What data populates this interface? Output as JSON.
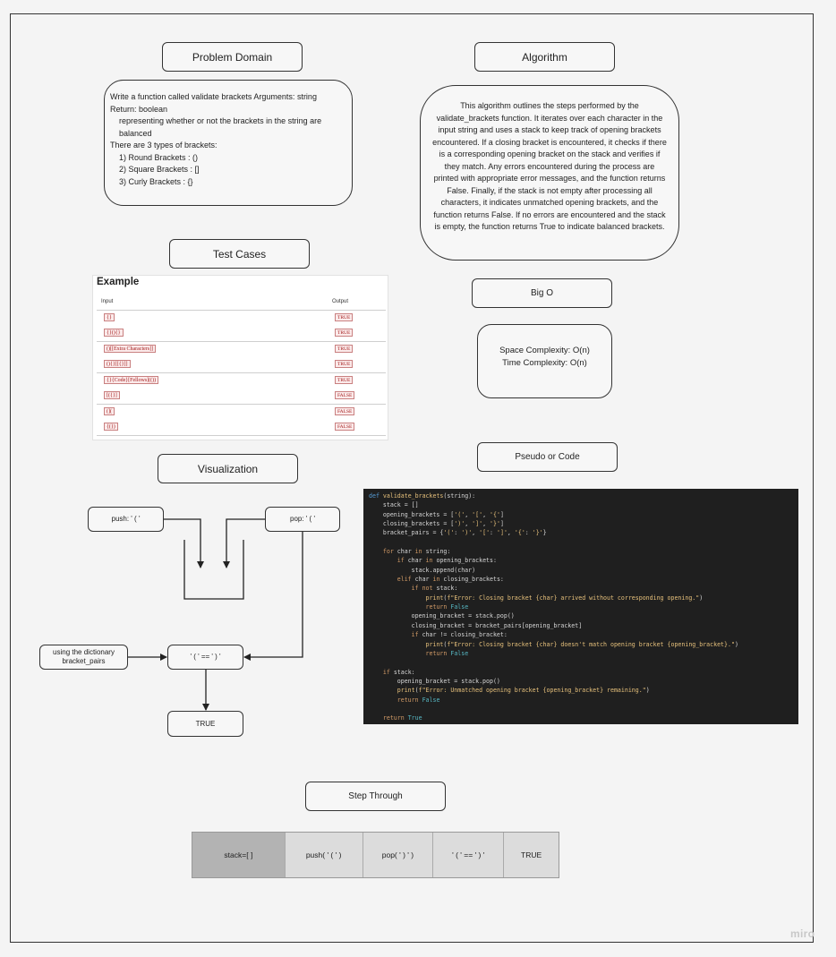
{
  "headers": {
    "problem_domain": "Problem Domain",
    "algorithm": "Algorithm",
    "test_cases": "Test Cases",
    "big_o": "Big O",
    "visualization": "Visualization",
    "pseudo_or_code": "Pseudo or Code",
    "step_through": "Step Through"
  },
  "problem_domain": {
    "line1": "Write a function called validate brackets Arguments: string",
    "line2": "Return: boolean",
    "line3": "representing whether or not the brackets in the string are",
    "line4": "balanced",
    "line5": "There are 3 types of brackets:",
    "line6": "1) Round Brackets : ()",
    "line7": "2) Square Brackets : []",
    "line8": "3) Curly Brackets : {}"
  },
  "algorithm": {
    "text": "This algorithm outlines the steps performed by the validate_brackets function. It iterates over each character in the input string and uses a stack to keep track of opening brackets encountered. If a closing bracket is encountered, it checks if there is a corresponding opening bracket on the stack and verifies if they match. Any errors encountered during the process are printed with appropriate error messages, and the function returns False. Finally, if the stack is not empty after processing all characters, it indicates unmatched opening brackets, and the function returns False. If no errors are encountered and the stack is empty, the function returns True to indicate balanced brackets."
  },
  "complexity": {
    "space": "Space Complexity:  O(n)",
    "time": "Time Complexity: O(n)"
  },
  "test_table": {
    "title": "Example",
    "input_header": "Input",
    "output_header": "Output",
    "rows": [
      {
        "input": "{}",
        "output": "TRUE"
      },
      {
        "input": "{}(){}",
        "output": "TRUE"
      },
      {
        "input": "()[[Extra Characters]]",
        "output": "TRUE"
      },
      {
        "input": "(){}[[{}]]",
        "output": "TRUE"
      },
      {
        "input": "{}{Code}[Fellows](())",
        "output": "TRUE"
      },
      {
        "input": "[({}]",
        "output": "FALSE"
      },
      {
        "input": "(](",
        "output": "FALSE"
      },
      {
        "input": "{(})",
        "output": "FALSE"
      }
    ]
  },
  "visualization": {
    "push_label": "push: ' ( '",
    "pop_label": "pop: ' ( '",
    "dict_label_line1": "using the dictionary",
    "dict_label_line2": "bracket_pairs",
    "compare_label": "' ( ' == ' ) '",
    "result_label": "TRUE"
  },
  "code": {
    "lines": [
      "def validate_brackets(string):",
      "    stack = []",
      "    opening_brackets = ['(', '[', '{']",
      "    closing_brackets = [')', ']', '}']",
      "    bracket_pairs = {'(': ')', '[': ']', '{': '}'}",
      "",
      "    for char in string:",
      "        if char in opening_brackets:",
      "            stack.append(char)",
      "        elif char in closing_brackets:",
      "            if not stack:",
      "                print(f\"Error: Closing bracket {char} arrived without corresponding opening.\")",
      "                return False",
      "            opening_bracket = stack.pop()",
      "            closing_bracket = bracket_pairs[opening_bracket]",
      "            if char != closing_bracket:",
      "                print(f\"Error: Closing bracket {char} doesn't match opening bracket {opening_bracket}.\")",
      "                return False",
      "",
      "    if stack:",
      "        opening_bracket = stack.pop()",
      "        print(f\"Error: Unmatched opening bracket {opening_bracket} remaining.\")",
      "        return False",
      "",
      "    return True"
    ]
  },
  "step_through": {
    "steps": [
      "stack=[ ]",
      "push( ' ( ' )",
      "pop( ' ) ' )",
      "' ( ' == ' ) '",
      "TRUE"
    ]
  },
  "watermark": "miro",
  "colors": {
    "background": "#f4f4f4",
    "box_fill": "#f7f7f7",
    "code_bg": "#1f1f1f",
    "step_dark": "#b3b3b3",
    "step_light": "#dcdcdc",
    "badge_red": "#a52020"
  }
}
